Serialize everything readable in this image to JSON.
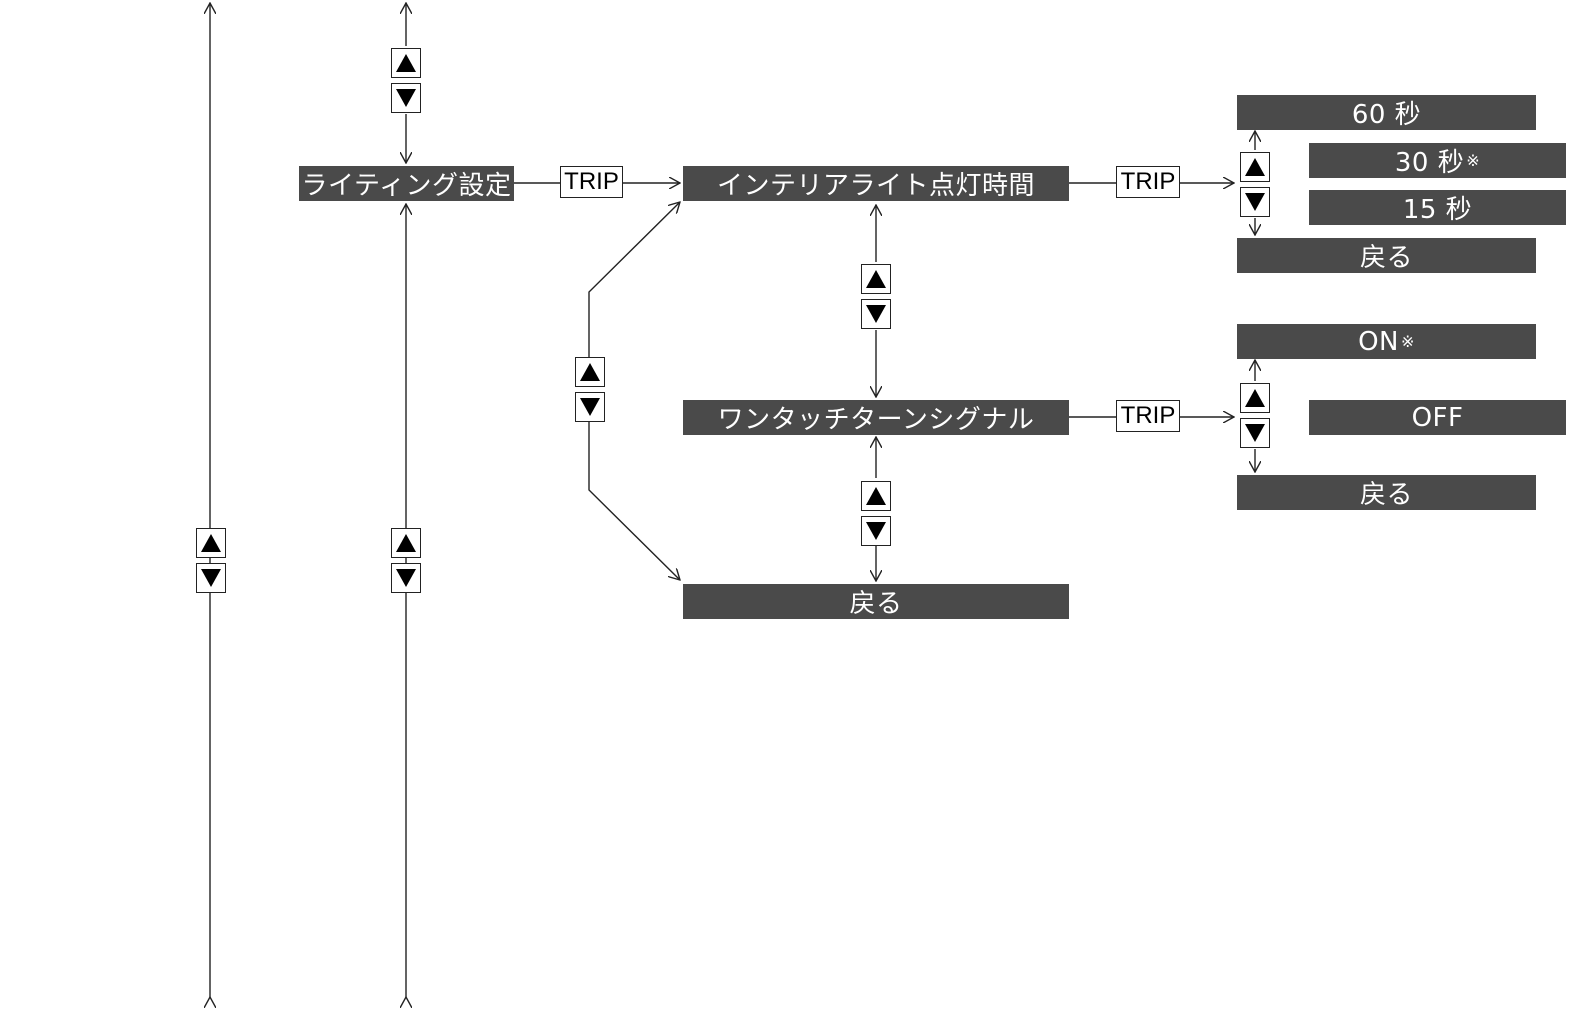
{
  "colors": {
    "menu_bg": "#4a4a4a",
    "menu_text": "#ffffff",
    "line": "#222222"
  },
  "icons": {
    "up": "triangle-up-icon",
    "down": "triangle-down-icon"
  },
  "menus": {
    "lighting": "ライティング設定",
    "interior_light_time": "インテリアライト点灯時間",
    "one_touch_turn": "ワンタッチターンシグナル",
    "back_main": "戻る"
  },
  "trip_label": "TRIP",
  "interior_options": {
    "opt60": "60 秒",
    "opt30": "30 秒",
    "opt30_mark": "※",
    "opt15": "15 秒",
    "back": "戻る"
  },
  "turn_options": {
    "on": "ON",
    "on_mark": "※",
    "off": "OFF",
    "back": "戻る"
  }
}
